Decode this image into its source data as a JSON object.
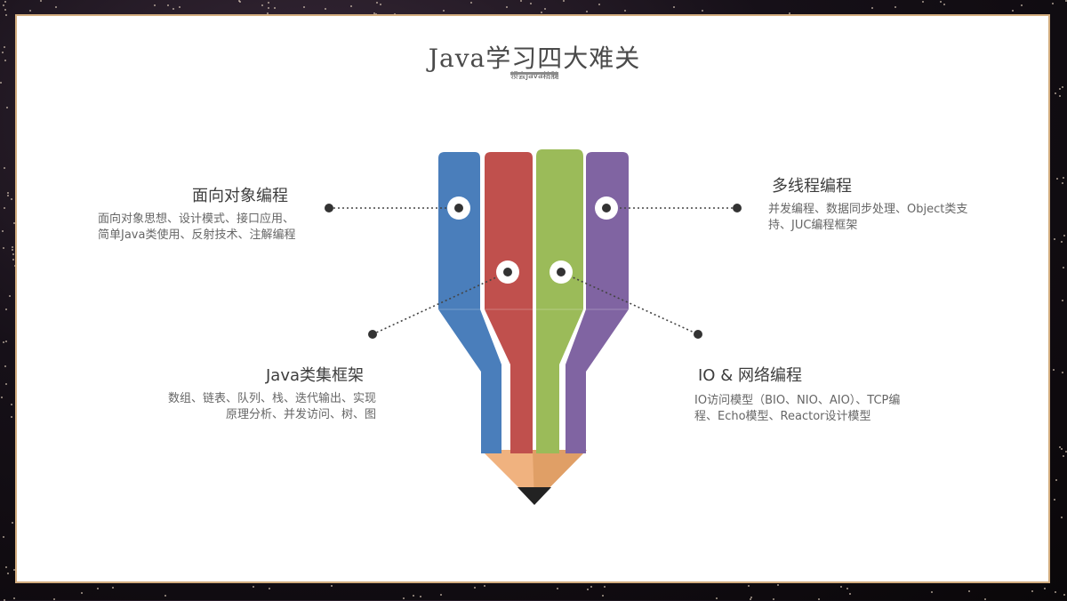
{
  "title": "Java学习四大难关",
  "subtitle": "领会Java精髓",
  "topics": [
    {
      "id": "oop",
      "title": "面向对象编程",
      "desc": "面向对象思想、设计模式、接口应用、简单Java类使用、反射技术、注解编程"
    },
    {
      "id": "thread",
      "title": "多线程编程",
      "desc": "并发编程、数据同步处理、Object类支持、JUC编程框架"
    },
    {
      "id": "collection",
      "title": "Java类集框架",
      "desc": "数组、链表、队列、栈、迭代输出、实现原理分析、并发访问、树、图"
    },
    {
      "id": "io",
      "title": "IO & 网络编程",
      "desc": "IO访问模型（BIO、NIO、AIO）、TCP编程、Echo模型、Reactor设计模型"
    }
  ],
  "colors": {
    "blue": "#4a7ebb",
    "red": "#c0504d",
    "green": "#9bbb59",
    "purple": "#8064a2",
    "wood": "#f0b27f",
    "lead": "#222222",
    "frame": "#d3ad7f"
  }
}
